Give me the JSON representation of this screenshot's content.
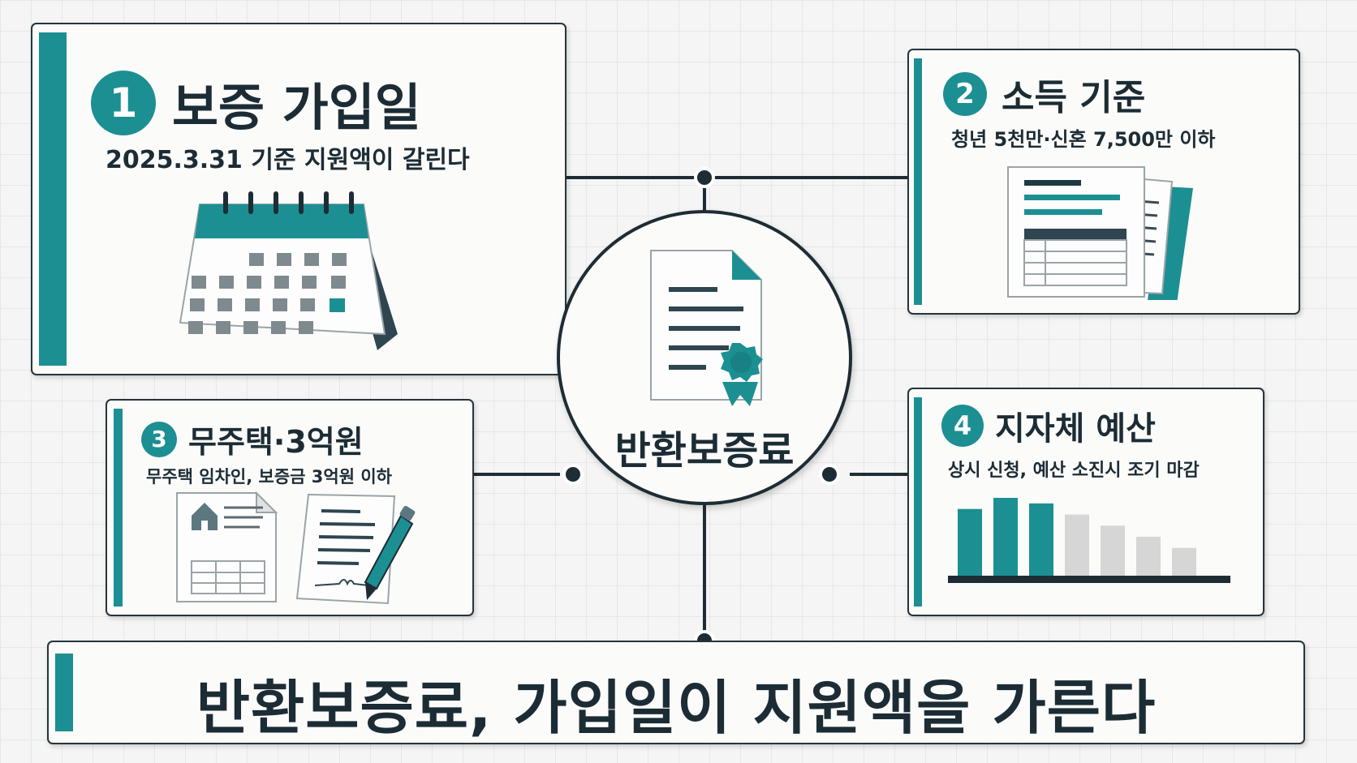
{
  "colors": {
    "accent": "#1c8f92",
    "dark": "#1e2c34",
    "light_gray": "#d6d6d6",
    "background": "#f4f5f4"
  },
  "hub": {
    "label": "반환보증료",
    "icon": "certificate-document-icon"
  },
  "cards": [
    {
      "number": "1",
      "title": "보증 가입일",
      "subtitle": "2025.3.31 기준 지원액이 갈린다",
      "icon": "desk-calendar-icon"
    },
    {
      "number": "2",
      "title": "소득 기준",
      "subtitle": "청년 5천만·신혼 7,500만 이하",
      "icon": "income-documents-icon"
    },
    {
      "number": "3",
      "title": "무주택·3억원",
      "subtitle": "무주택 임차인, 보증금 3억원 이하",
      "icon": "lease-contract-icon"
    },
    {
      "number": "4",
      "title": "지자체 예산",
      "subtitle": "상시 신청, 예산 소진시 조기 마감",
      "icon": "declining-budget-chart-icon"
    }
  ],
  "budget_chart": {
    "values": [
      6,
      7,
      6.5,
      5.5,
      4.5,
      3.5,
      2.5
    ],
    "highlighted": [
      true,
      true,
      true,
      false,
      false,
      false,
      false
    ]
  },
  "footer": {
    "headline": "반환보증료, 가입일이 지원액을 가른다"
  }
}
